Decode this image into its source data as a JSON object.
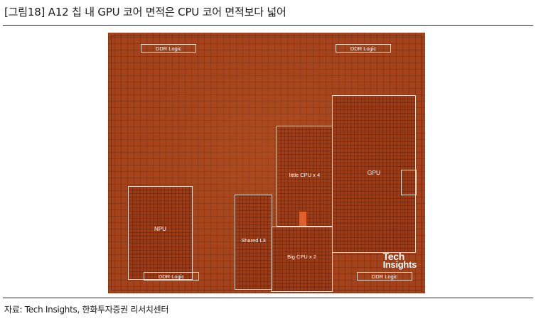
{
  "figure": {
    "title": "[그림18]  A12 칩 내 GPU 코어 면적은 CPU 코어 면적보다 넓어",
    "source": "자료: Tech Insights, 한화투자증권 리서치센터"
  },
  "die": {
    "blocks": {
      "gpu": "GPU",
      "little_cpu": "little CPU x 4",
      "big_cpu": "Big CPU x 2",
      "npu": "NPU",
      "shared_l3": "Shared L3"
    },
    "ddr_logic": {
      "top_left": "DDR Logic",
      "top_right": "DDR Logic",
      "bottom_left": "DDR Logic",
      "bottom_right": "DDR Logic"
    },
    "watermark": {
      "line1": "Tech",
      "line2": "Insights"
    }
  },
  "colors": {
    "die": "#a3421b",
    "outline": "#f3dccb",
    "rule": "#2a2a2a"
  }
}
